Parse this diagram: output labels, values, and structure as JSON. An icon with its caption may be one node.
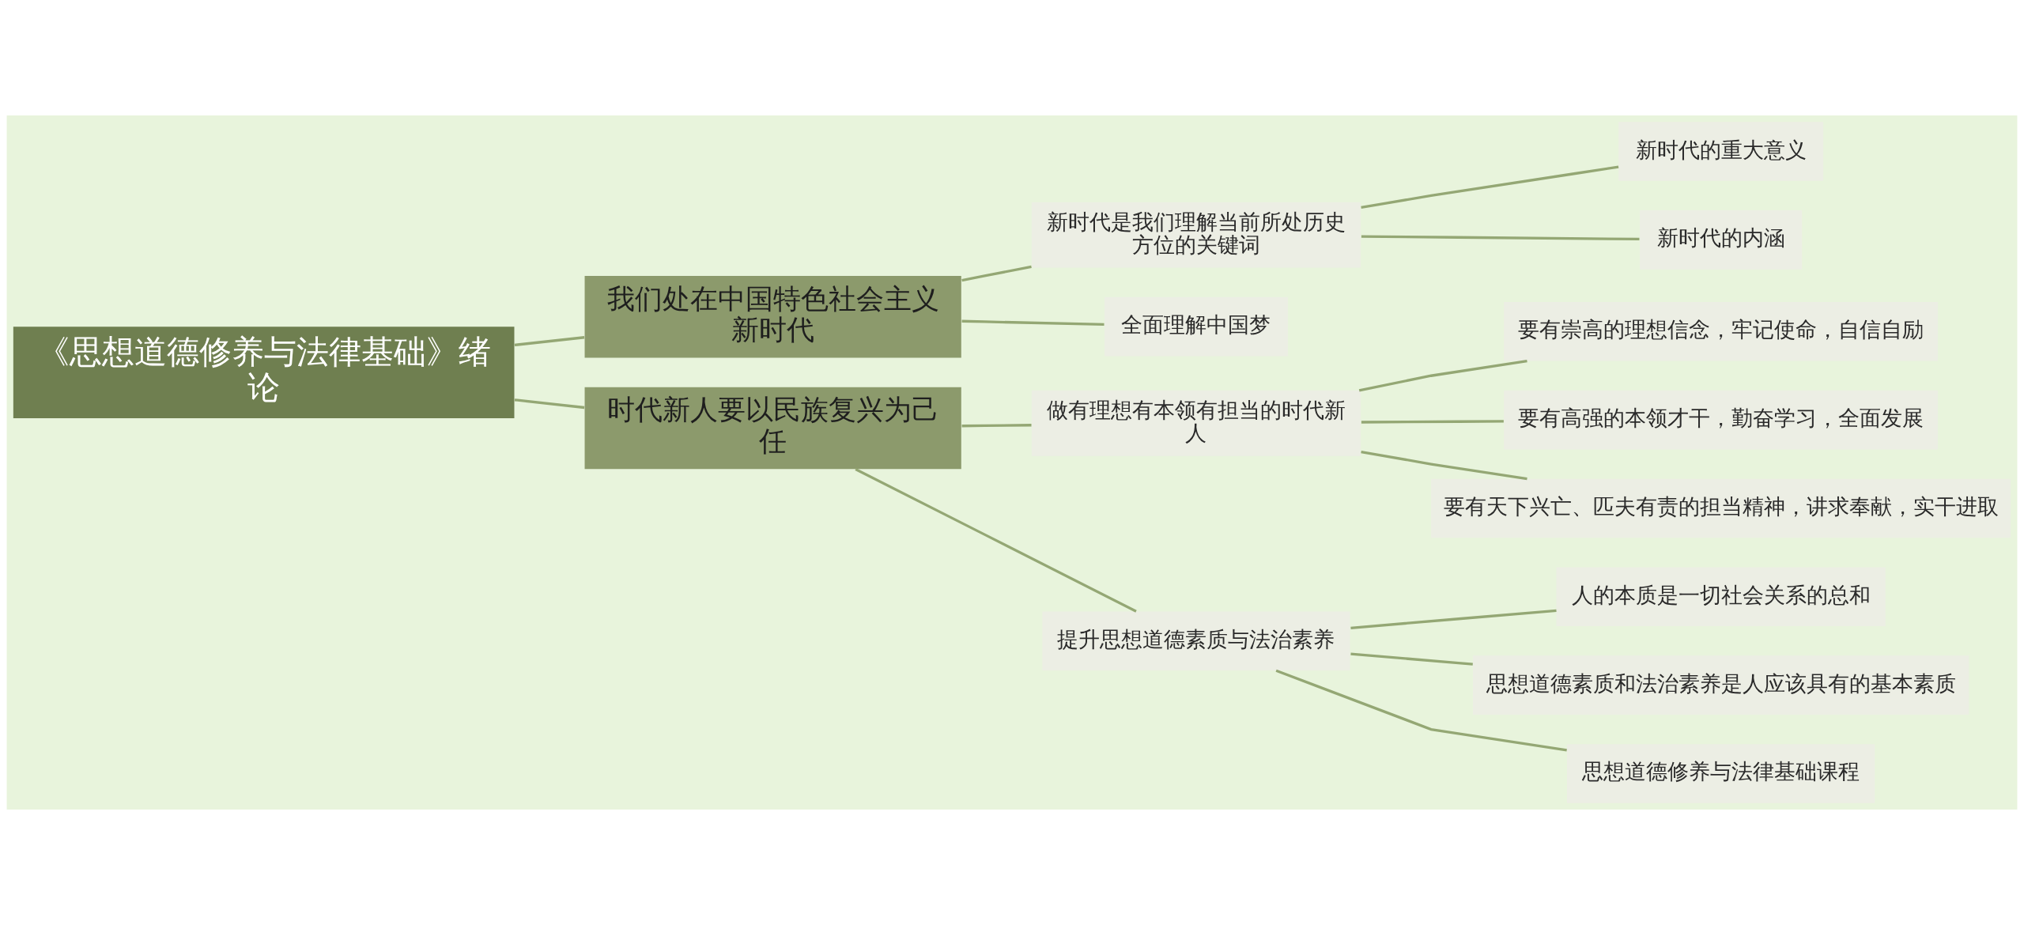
{
  "diagram": {
    "nodes": [
      {
        "text": [
          "《思想道德修养与法律基础》绪论"
        ]
      },
      {
        "text": [
          "我们处在中国特色社会主义新时代"
        ]
      },
      {
        "text": [
          "新时代是我们理解当前所处历史方位的关键词"
        ]
      },
      {
        "text": [
          "新时代的重大意义"
        ]
      },
      {
        "text": [
          "新时代的内涵"
        ]
      },
      {
        "text": [
          "全面理解中国梦"
        ]
      },
      {
        "text": [
          "时代新人要以民族复兴为己任"
        ]
      },
      {
        "text": [
          "做有理想有本领有担当的时代新人"
        ]
      },
      {
        "text": [
          "要有崇高的理想信念，牢记使命，自信自励"
        ]
      },
      {
        "text": [
          "要有高强的本领才干，勤奋学习，全面发展"
        ]
      },
      {
        "text": [
          "要有天下兴亡、匹夫有责的担当精神，讲求奉献，实干进取"
        ]
      },
      {
        "text": [
          "提升思想道德素质与法治素养"
        ]
      },
      {
        "text": [
          "人的本质是一切社会关系的总和"
        ]
      },
      {
        "text": [
          "思想道德素质和法治素养是人应该具有的基本素质"
        ]
      },
      {
        "text": [
          "思想道德修养与法律基础课程"
        ]
      }
    ],
    "edges": [
      {
        "from": 0,
        "to": 1,
        "arrow": "none"
      },
      {
        "from": 1,
        "to": 2,
        "arrow": "none"
      },
      {
        "from": 2,
        "to": 3,
        "arrow": "none"
      },
      {
        "from": 2,
        "to": 4,
        "arrow": "none"
      },
      {
        "from": 1,
        "to": 5,
        "arrow": "none"
      },
      {
        "from": 0,
        "to": 6,
        "arrow": "none"
      },
      {
        "from": 6,
        "to": 7,
        "arrow": "none"
      },
      {
        "from": 7,
        "to": 8,
        "arrow": "none"
      },
      {
        "from": 7,
        "to": 9,
        "arrow": "none"
      },
      {
        "from": 7,
        "to": 10,
        "arrow": "none"
      },
      {
        "from": 6,
        "to": 11,
        "arrow": "none"
      },
      {
        "from": 11,
        "to": 12,
        "arrow": "none"
      },
      {
        "from": 11,
        "to": 13,
        "arrow": "none"
      },
      {
        "from": 11,
        "to": 14,
        "arrow": "none"
      }
    ]
  }
}
